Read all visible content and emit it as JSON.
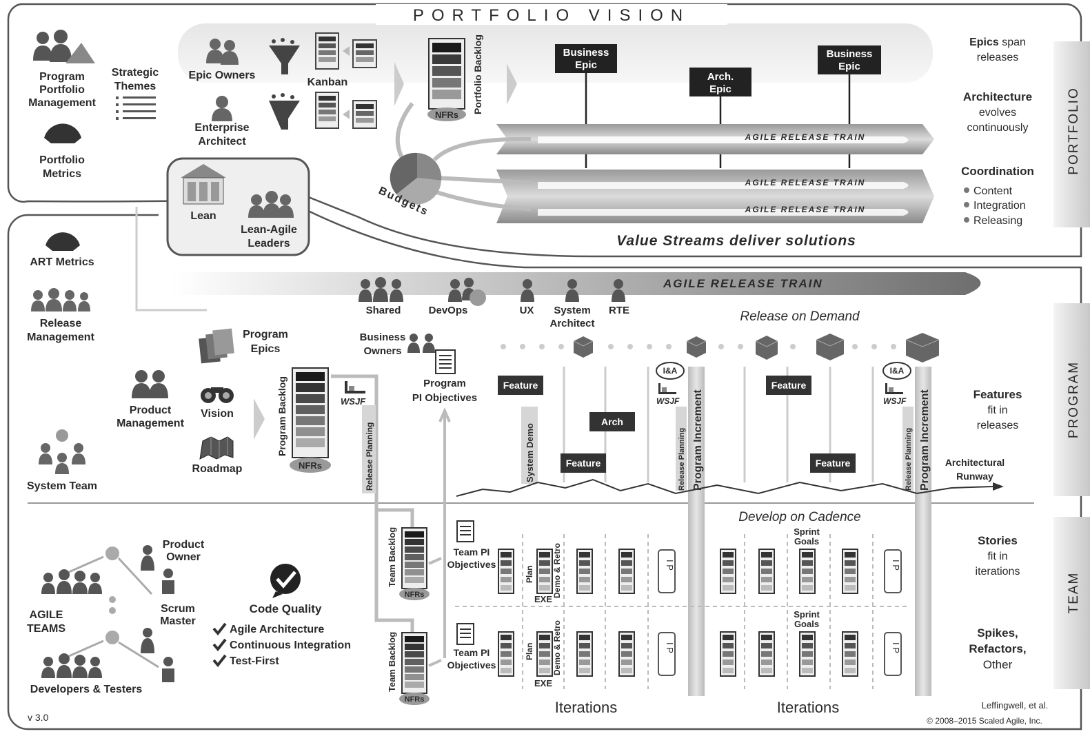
{
  "header": {
    "title": "PORTFOLIO VISION"
  },
  "levels": {
    "portfolio": "PORTFOLIO",
    "program": "PROGRAM",
    "team": "TEAM"
  },
  "portfolio": {
    "ppm": [
      "Program",
      "Portfolio",
      "Management"
    ],
    "metrics": [
      "Portfolio",
      "Metrics"
    ],
    "themes": [
      "Strategic",
      "Themes"
    ],
    "epic_owners": "Epic Owners",
    "enterprise_architect": [
      "Enterprise",
      "Architect"
    ],
    "kanban": "Kanban",
    "portfolio_backlog": "Portfolio Backlog",
    "nfrs": "NFRs",
    "budgets": "Budgets",
    "lean": "Lean",
    "lean_agile_leaders": [
      "Lean-Agile",
      "Leaders"
    ],
    "business_epic": [
      "Business",
      "Epic"
    ],
    "arch_epic": [
      "Arch.",
      "Epic"
    ],
    "art_label": "AGILE RELEASE TRAIN",
    "value_streams": "Value Streams deliver solutions",
    "right": {
      "epics_span": [
        "Epics",
        "span",
        "releases"
      ],
      "architecture": [
        "Architecture",
        "evolves",
        "continuously"
      ],
      "coordination": "Coordination",
      "coord_items": [
        "Content",
        "Integration",
        "Releasing"
      ]
    }
  },
  "program": {
    "art_metrics": "ART Metrics",
    "release_management": [
      "Release",
      "Management"
    ],
    "system_team": "System Team",
    "product_management": [
      "Product",
      "Management"
    ],
    "program_epics": [
      "Program",
      "Epics"
    ],
    "vision": "Vision",
    "roadmap": "Roadmap",
    "program_backlog": "Program Backlog",
    "nfrs": "NFRs",
    "wsjf": "WSJF",
    "release_planning": "Release Planning",
    "business_owners": [
      "Business",
      "Owners"
    ],
    "pi_objectives": [
      "Program",
      "PI Objectives"
    ],
    "train_label": "AGILE RELEASE TRAIN",
    "roles": [
      "Shared",
      "DevOps",
      "UX",
      "System",
      "Architect",
      "RTE"
    ],
    "release_on_demand": "Release on Demand",
    "feature": "Feature",
    "arch": "Arch",
    "system_demo": "System Demo",
    "ia": "I&A",
    "program_increment": "Program Increment",
    "arch_runway": [
      "Architectural",
      "Runway"
    ],
    "right": {
      "features": [
        "Features",
        "fit in",
        "releases"
      ]
    }
  },
  "team": {
    "product_owner": [
      "Product",
      "Owner"
    ],
    "scrum_master": [
      "Scrum",
      "Master"
    ],
    "agile_teams": [
      "AGILE",
      "TEAMS"
    ],
    "devs": "Developers & Testers",
    "code_quality": "Code Quality",
    "practices": [
      "Agile Architecture",
      "Continuous Integration",
      "Test-First"
    ],
    "team_backlog": "Team Backlog",
    "nfrs": "NFRs",
    "team_pi_objectives": [
      "Team PI",
      "Objectives"
    ],
    "develop_on_cadence": "Develop on Cadence",
    "plan": "Plan",
    "exe": "EXE",
    "demo_retro": "Demo & Retro",
    "sprint_goals": [
      "Sprint",
      "Goals"
    ],
    "ip": "I P",
    "iterations": "Iterations",
    "right": {
      "stories": [
        "Stories",
        "fit in",
        "iterations"
      ],
      "spikes": [
        "Spikes,",
        "Refactors,",
        "Other"
      ]
    }
  },
  "footer": {
    "version": "v 3.0",
    "credit": "Leffingwell, et al.",
    "copyright": "© 2008–2015 Scaled Agile, Inc."
  }
}
